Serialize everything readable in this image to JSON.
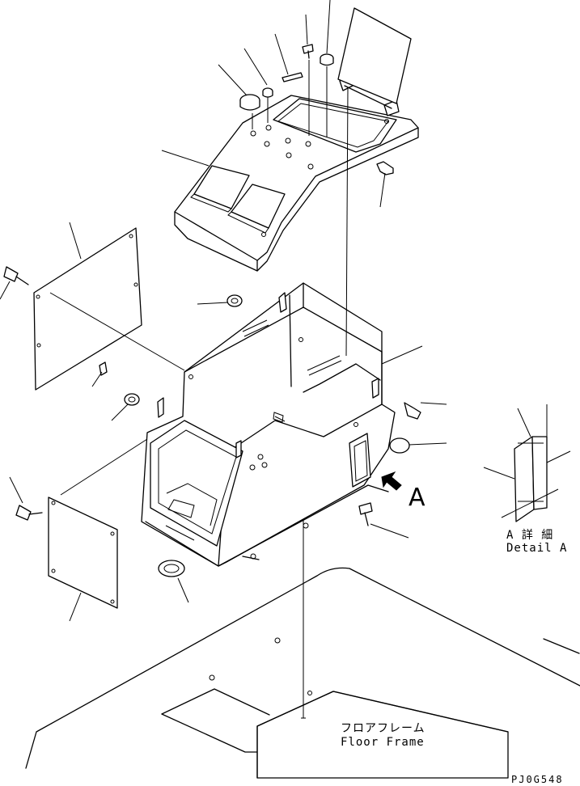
{
  "view_label": "A",
  "detail_title_ja": "A 詳 細",
  "detail_title_en": "Detail A",
  "floor_frame_ja": "フロアフレーム",
  "floor_frame_en": "Floor Frame",
  "drawing_code": "PJ0G548"
}
